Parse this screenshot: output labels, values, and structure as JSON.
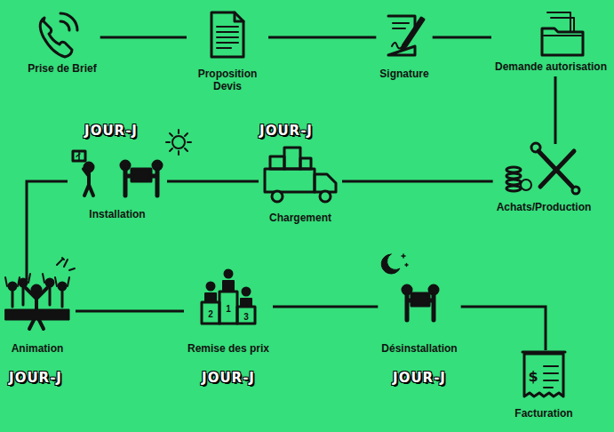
{
  "diagram": {
    "nodes": [
      {
        "text": [
          "Prise de Brief"
        ]
      },
      {
        "text": [
          "Proposition Devis"
        ]
      },
      {
        "text": [
          "Signature"
        ]
      },
      {
        "text": [
          "Demande autorisation"
        ]
      },
      {
        "text": [
          "Achats/Production"
        ]
      },
      {
        "text": [
          "Chargement"
        ]
      },
      {
        "text": [
          "Installation"
        ]
      },
      {
        "text": [
          "Animation"
        ]
      },
      {
        "text": [
          "Remise des prix"
        ]
      },
      {
        "text": [
          "Désinstallation"
        ]
      },
      {
        "text": [
          "Facturation"
        ]
      }
    ],
    "edges": [
      {
        "from": 0,
        "to": 1,
        "arrow": "none"
      },
      {
        "from": 1,
        "to": 2,
        "arrow": "none"
      },
      {
        "from": 2,
        "to": 3,
        "arrow": "none"
      },
      {
        "from": 3,
        "to": 4,
        "arrow": "none"
      },
      {
        "from": 4,
        "to": 5,
        "arrow": "none"
      },
      {
        "from": 5,
        "to": 6,
        "arrow": "none"
      },
      {
        "from": 6,
        "to": 7,
        "arrow": "none"
      },
      {
        "from": 7,
        "to": 8,
        "arrow": "none"
      },
      {
        "from": 8,
        "to": 9,
        "arrow": "none"
      },
      {
        "from": 9,
        "to": 10,
        "arrow": "none"
      }
    ],
    "labels": [
      "JOUR-J",
      "JOUR-J",
      "2",
      "1",
      "3",
      "JOUR-J",
      "JOUR-J",
      "JOUR-J",
      "$"
    ]
  }
}
